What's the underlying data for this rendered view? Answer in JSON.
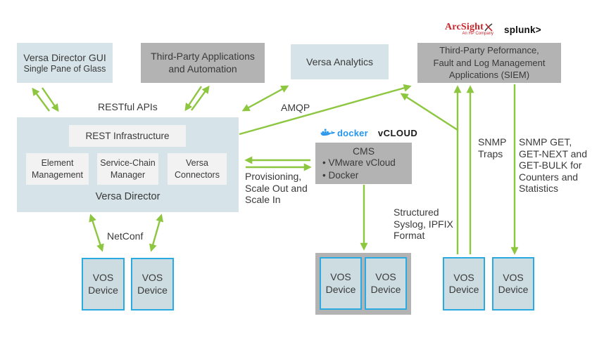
{
  "boxes": {
    "gui": {
      "title": "Versa Director GUI",
      "subtitle": "Single Pane of Glass"
    },
    "third_party_apps": {
      "label": "Third-Party Applications\nand Automation"
    },
    "analytics": {
      "label": "Versa Analytics"
    },
    "siem": {
      "label": "Third-Party Peformance,\nFault and Log Management\nApplications (SIEM)"
    },
    "director": {
      "label": "Versa Director",
      "rest": "REST Infrastructure",
      "modules": [
        "Element\nManagement",
        "Service-Chain\nManager",
        "Versa\nConnectors"
      ]
    },
    "cms": {
      "title": "CMS",
      "items": [
        "• VMware vCloud",
        "• Docker"
      ]
    },
    "vos": {
      "label": "VOS\nDevice"
    }
  },
  "logos": {
    "arcsight": "ArcSight",
    "arcsight_sub": "An HP Company",
    "splunk": "splunk>",
    "docker": "docker",
    "vcloud": "vCLOUD"
  },
  "labels": {
    "restful_apis": "RESTful APIs",
    "amqp": "AMQP",
    "provisioning": "Provisioning,\nScale Out and\nScale In",
    "netconf": "NetConf",
    "snmp_traps": "SNMP\nTraps",
    "snmp_get": "SNMP GET,\nGET-NEXT and\nGET-BULK for\nCounters and\nStatistics",
    "syslog": "Structured\nSyslog, IPFIX\nFormat"
  },
  "colors": {
    "arrow_green": "#8dc63f",
    "box_blue": "#d6e3e8",
    "box_gray": "#b3b3b3",
    "inner_box": "#f2f2f2",
    "vos_fill": "#cddce1",
    "vos_border": "#29abe2",
    "docker_blue": "#2496ed",
    "arcsight_red": "#c9252c",
    "text": "#3a3a3a"
  }
}
